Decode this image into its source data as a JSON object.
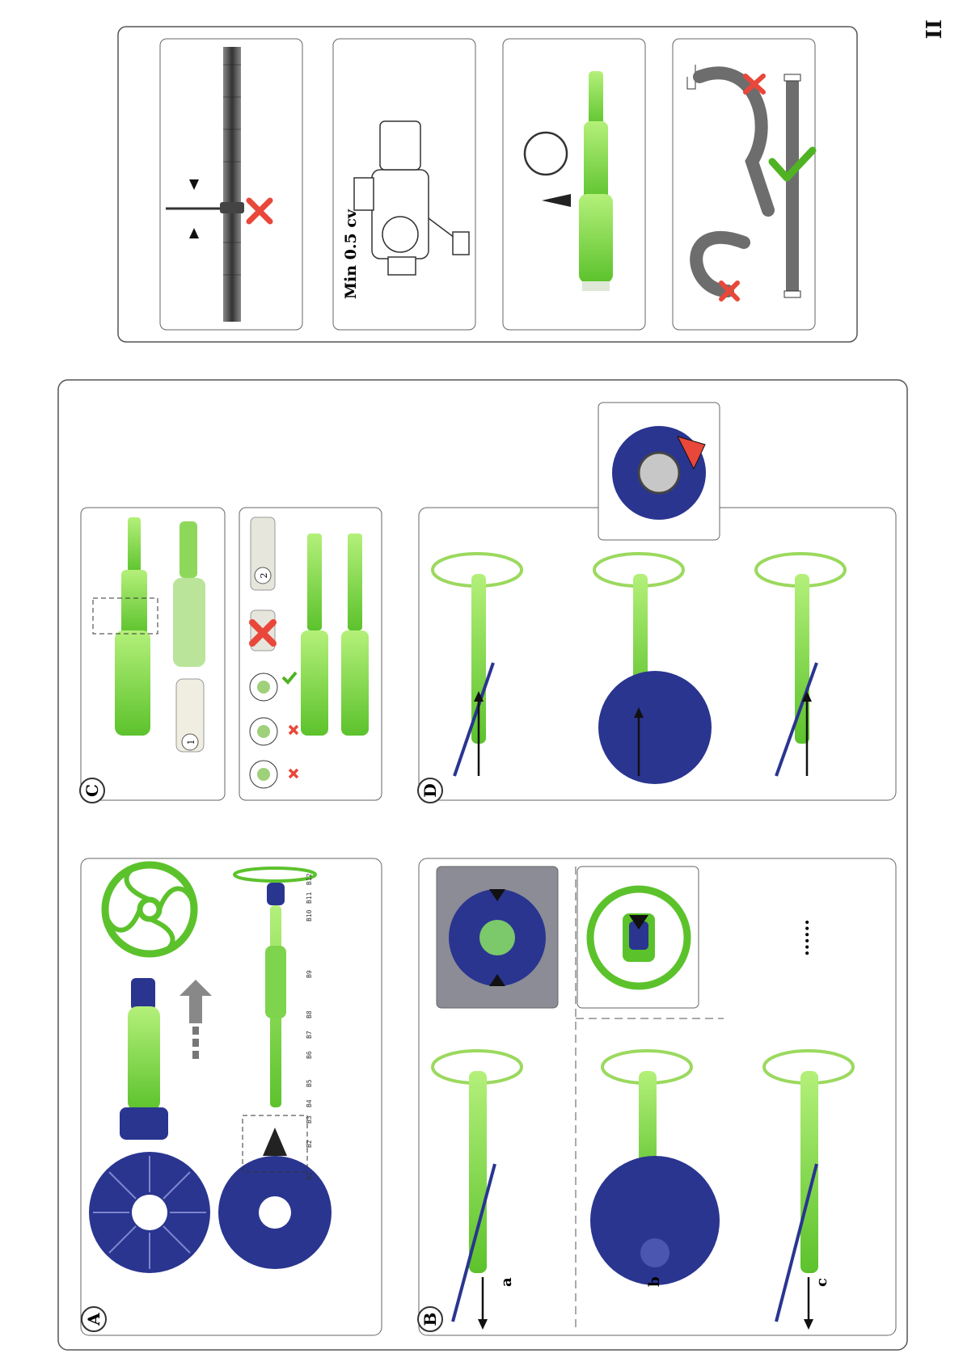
{
  "page": {
    "number": "II",
    "colors": {
      "green": "#86e34a",
      "green_dark": "#4fb324",
      "navy": "#2a3590",
      "red": "#e8473a",
      "grey": "#6d6d6d",
      "frame": "#555555"
    }
  },
  "panels": {
    "A": {
      "letter": "A",
      "part_codes": [
        "B1",
        "B2",
        "B3",
        "B4",
        "B5",
        "B6",
        "B7",
        "B8",
        "B9",
        "B10",
        "B11",
        "B12"
      ]
    },
    "B": {
      "letter": "B",
      "steps": [
        "a",
        "b",
        "c"
      ],
      "ellipsis": "......"
    },
    "C": {
      "letter": "C",
      "markers": [
        "1",
        "2"
      ]
    },
    "D": {
      "letter": "D"
    }
  },
  "tips": {
    "power": {
      "label": "Min 0.5 cv"
    }
  },
  "icons": [
    "cross-icon",
    "check-icon",
    "arrow-icon",
    "hand-icon"
  ]
}
